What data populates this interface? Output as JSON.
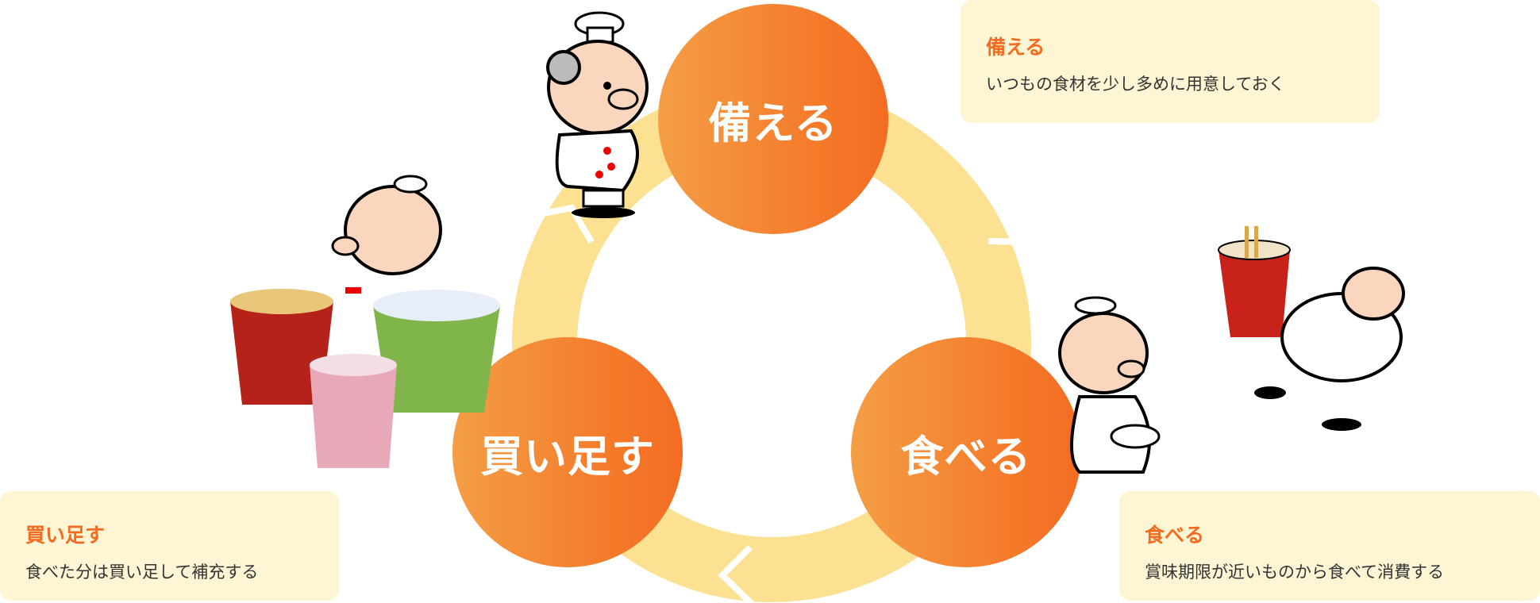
{
  "cycle": {
    "steps": [
      {
        "label": "備える",
        "title": "備える",
        "description": "いつもの食材を少し多めに用意しておく"
      },
      {
        "label": "食べる",
        "title": "食べる",
        "description": "賞味期限が近いものから食べて消費する"
      },
      {
        "label": "買い足す",
        "title": "買い足す",
        "description": "食べた分は買い足して補充する"
      }
    ],
    "colors": {
      "circle": "#f47a2a",
      "ring": "#fce192",
      "box_bg": "#fdf5d4",
      "title": "#f36c22"
    }
  }
}
